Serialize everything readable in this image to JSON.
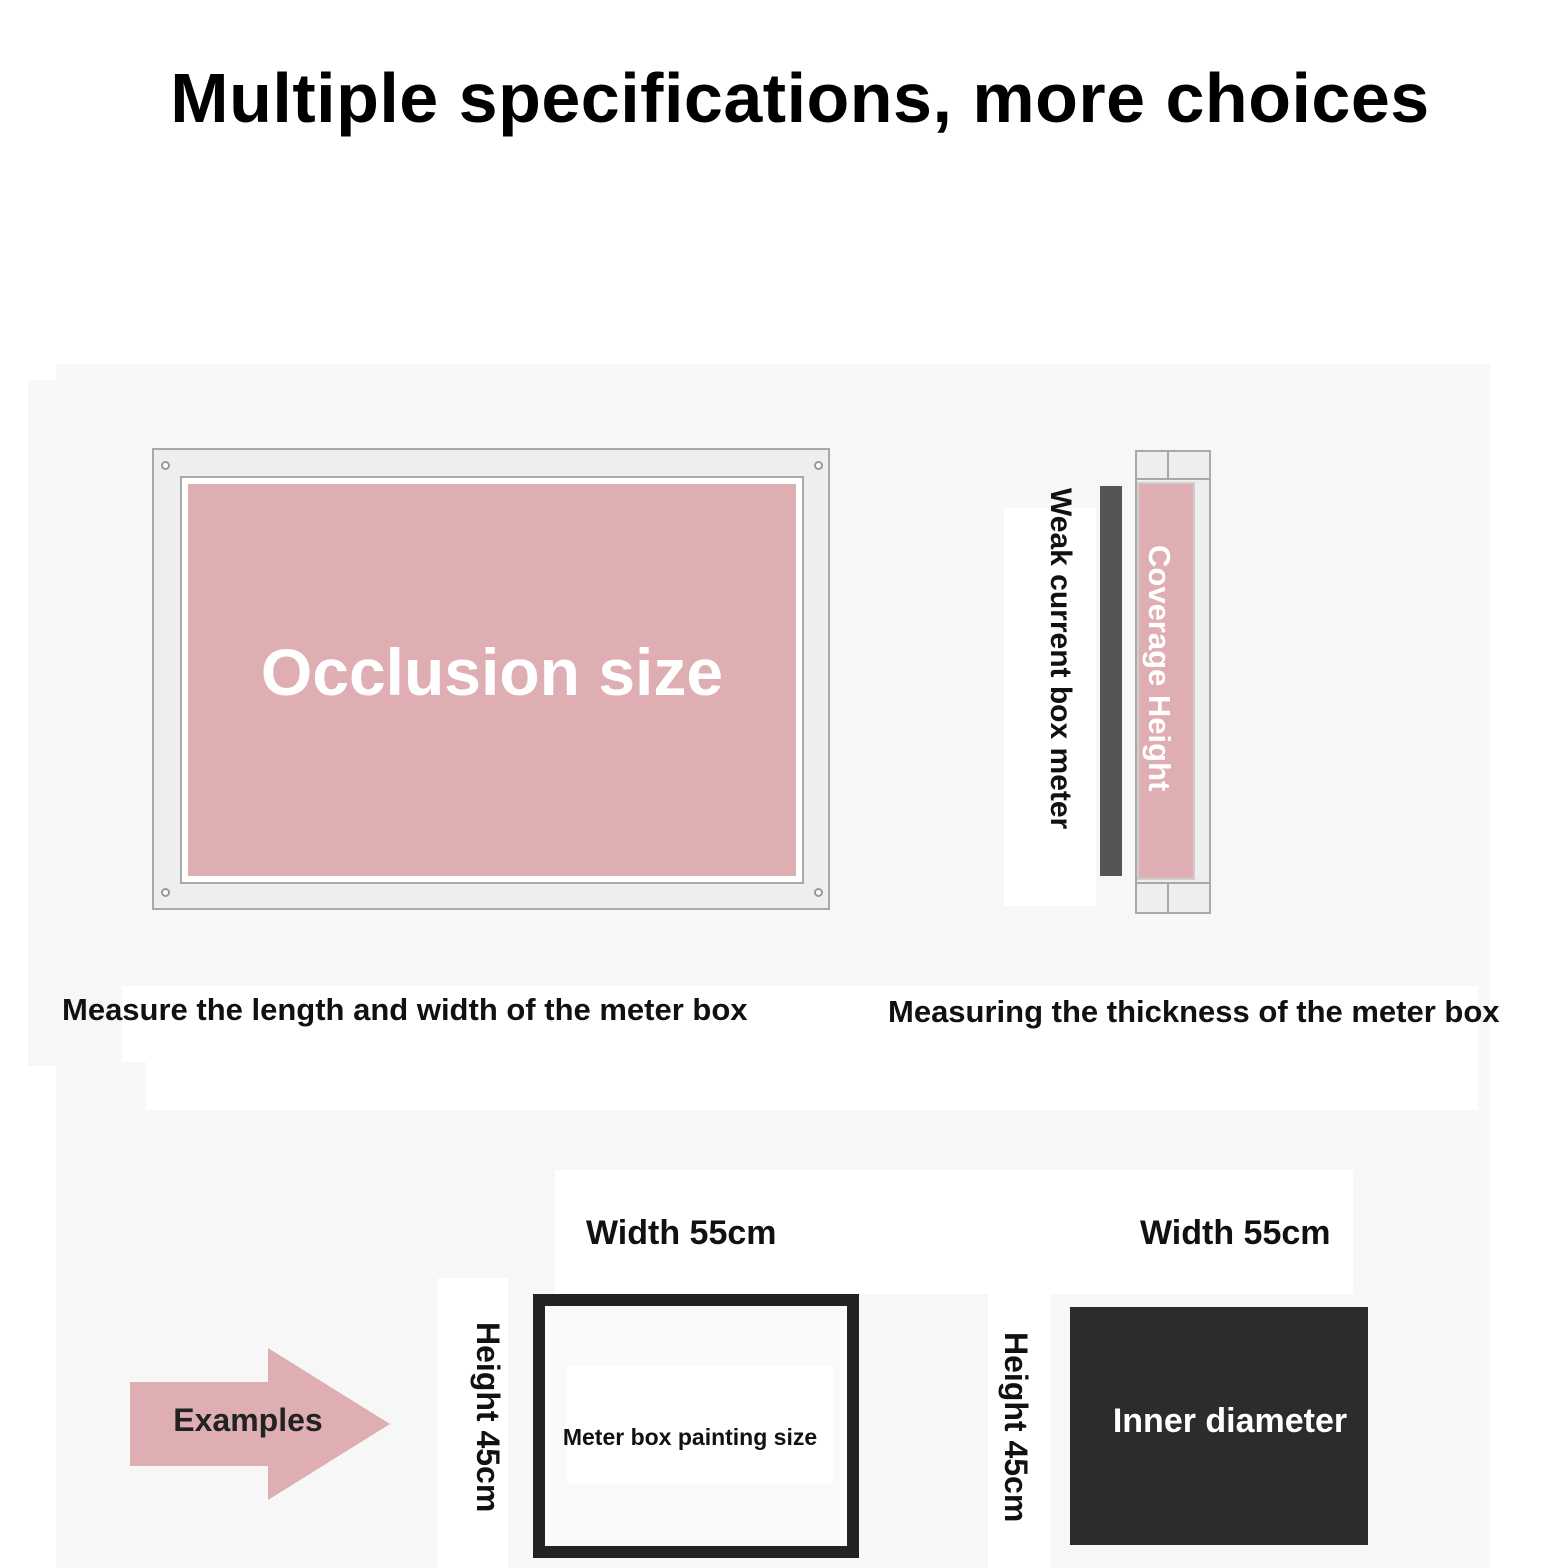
{
  "title": "Multiple specifications, more choices",
  "front_view": {
    "label": "Occlusion size",
    "caption": "Measure the length and width of the meter box"
  },
  "side_view": {
    "meter_label": "Weak current box meter",
    "coverage_label": "Coverage Height",
    "caption": "Measuring the thickness of the meter box"
  },
  "examples": {
    "arrow_label": "Examples",
    "painting": {
      "width_label": "Width 55cm",
      "height_label": "Height 45cm",
      "label": "Meter box painting size"
    },
    "inner": {
      "width_label": "Width 55cm",
      "height_label": "Height 45cm",
      "label": "Inner diameter"
    }
  },
  "colors": {
    "pink": "#deaeb2",
    "dark": "#2c2c2c",
    "panel": "#f8f7f8"
  }
}
